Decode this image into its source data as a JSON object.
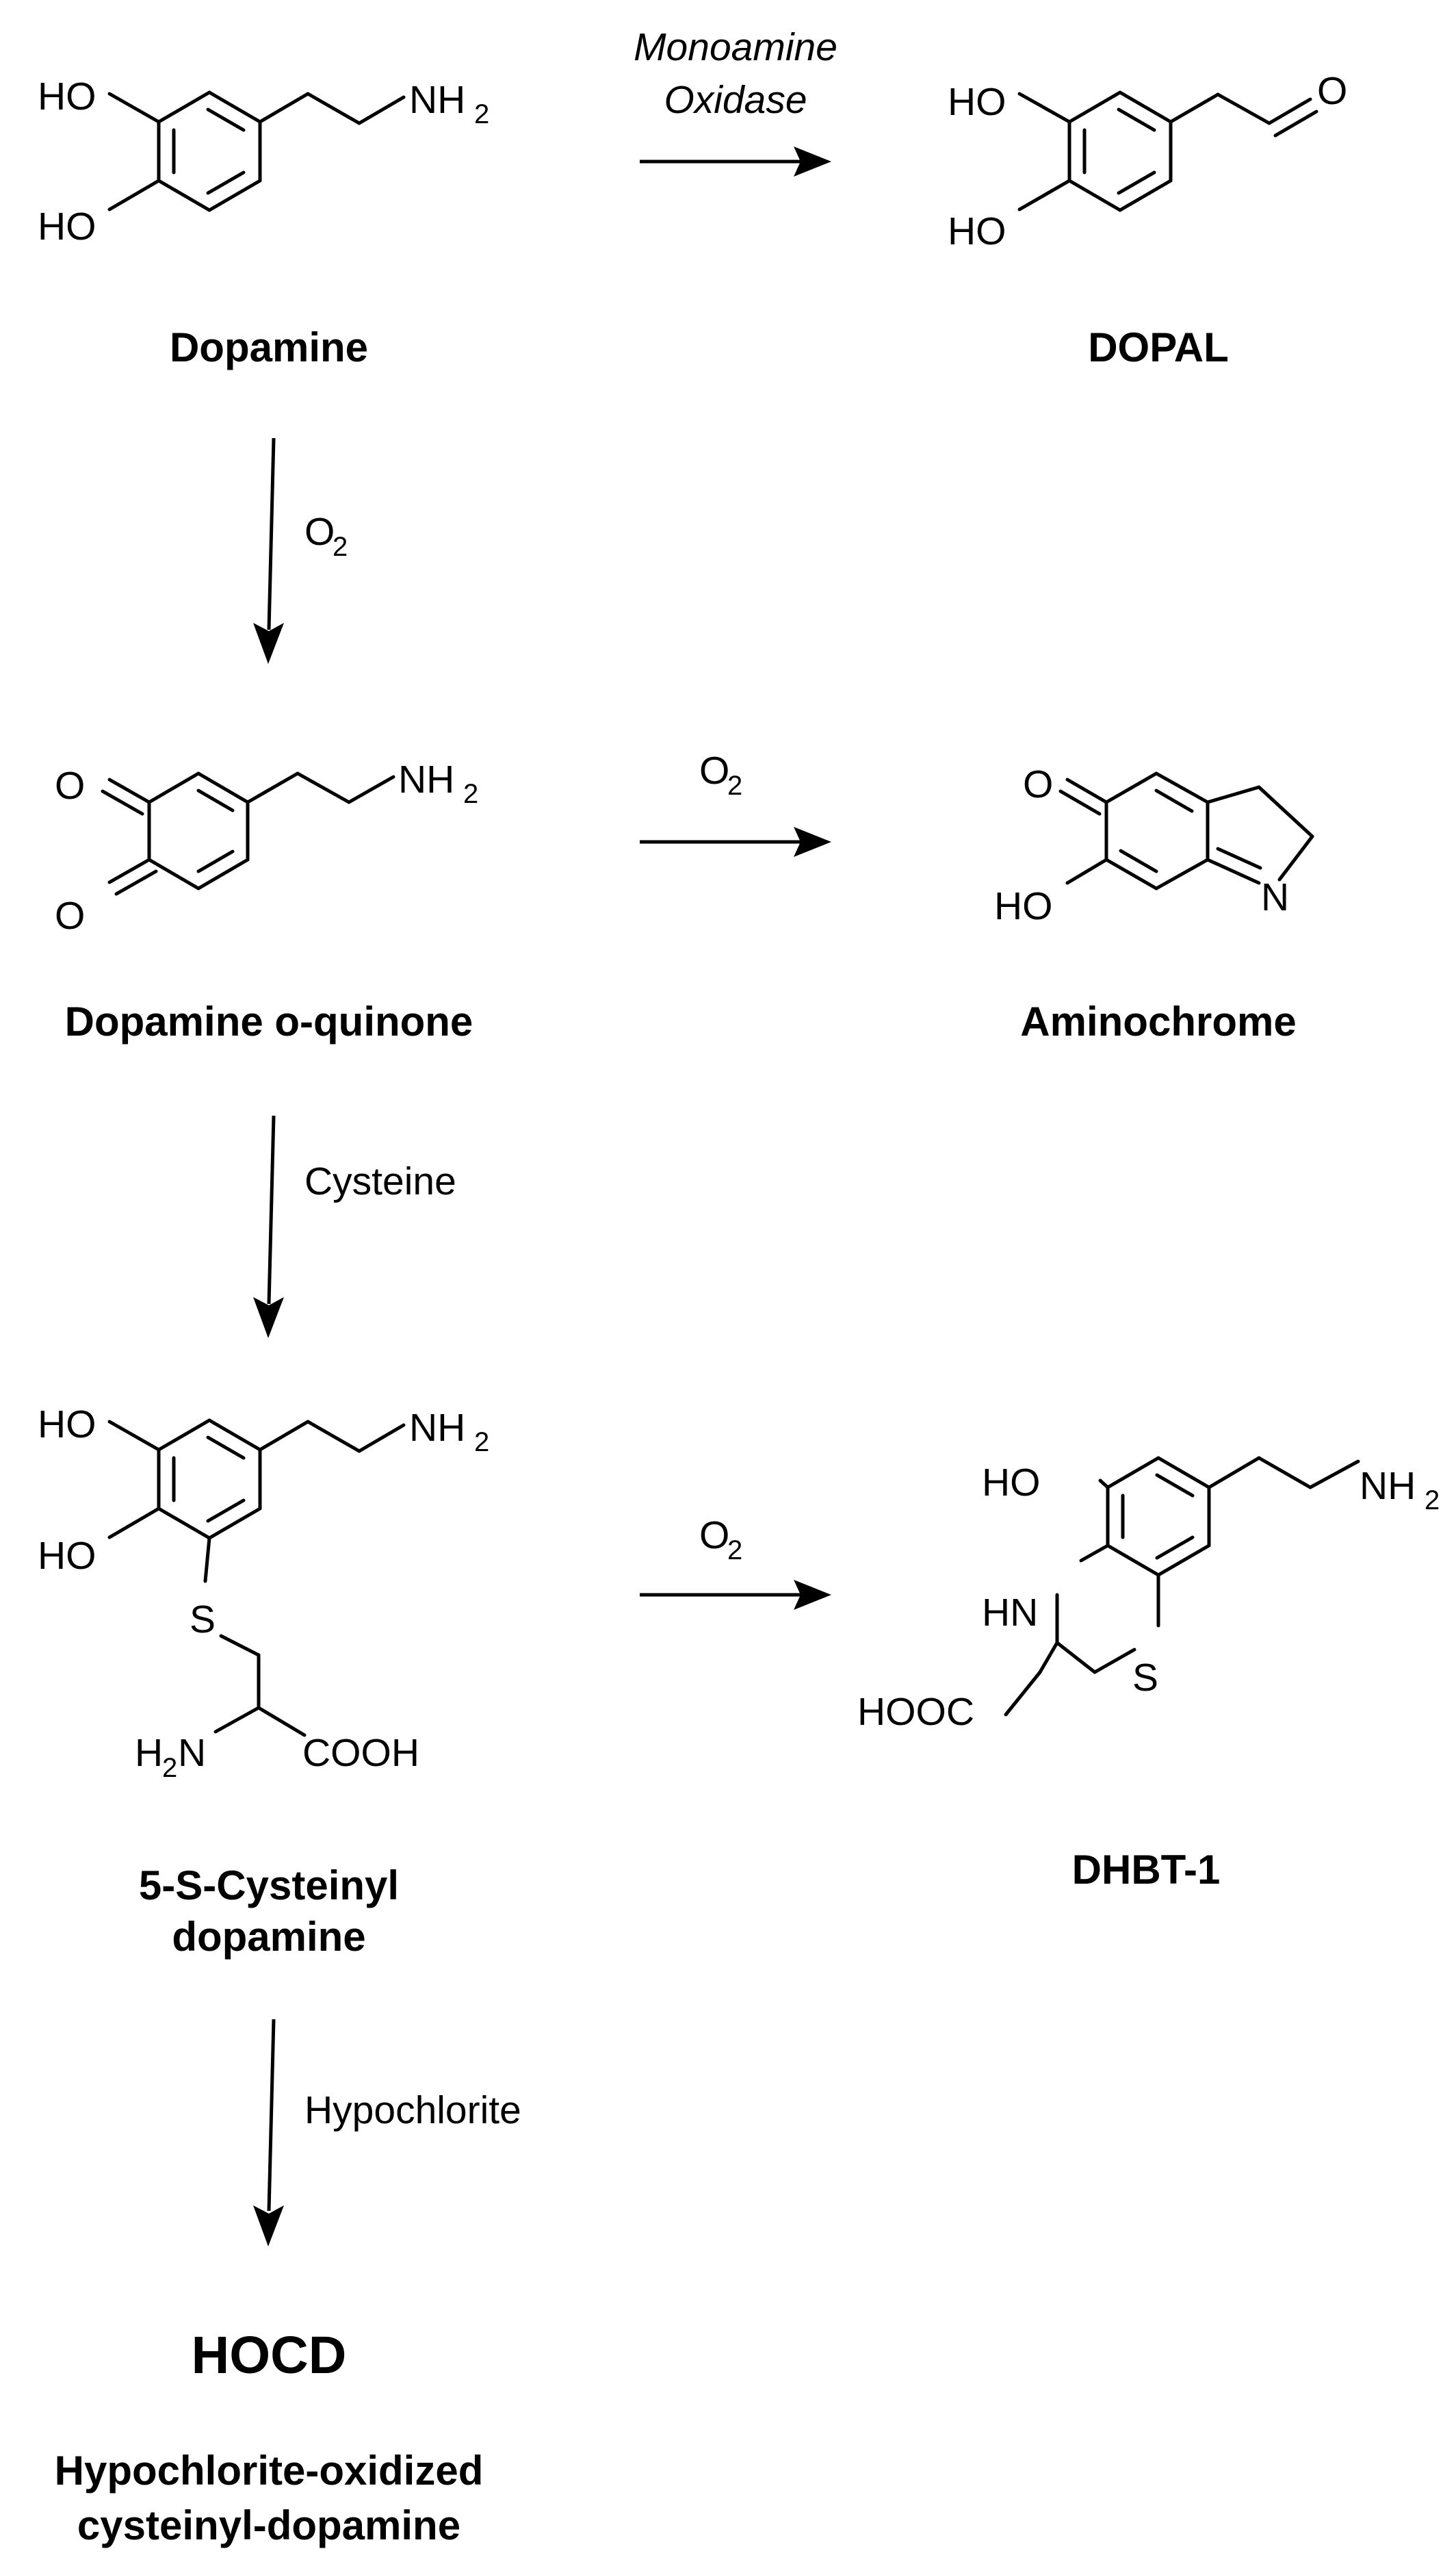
{
  "colors": {
    "ink": "#000000",
    "background": "#ffffff"
  },
  "compounds": {
    "dopamine": {
      "name": "Dopamine"
    },
    "dopal": {
      "name": "DOPAL"
    },
    "quinone": {
      "name": "Dopamine o-quinone"
    },
    "aminochrome": {
      "name": "Aminochrome"
    },
    "cysdopa": {
      "name_line1": "5-S-Cysteinyl",
      "name_line2": "dopamine"
    },
    "dhbt": {
      "name": "DHBT-1"
    },
    "hocd": {
      "abbr": "HOCD",
      "name_line1": "Hypochlorite-oxidized",
      "name_line2": "cysteinyl-dopamine"
    }
  },
  "atoms": {
    "HO": "HO",
    "HN": "HN",
    "HOOC": "HOOC",
    "COOH": "COOH",
    "NH": "NH",
    "N": "N",
    "H": "H",
    "O": "O",
    "S": "S",
    "two": "2"
  },
  "reactions": {
    "mao_line1": "Monoamine",
    "mao_line2": "Oxidase",
    "oxygen": "O",
    "oxygen_sub": "2",
    "cysteine": "Cysteine",
    "hypochlorite": "Hypochlorite"
  }
}
